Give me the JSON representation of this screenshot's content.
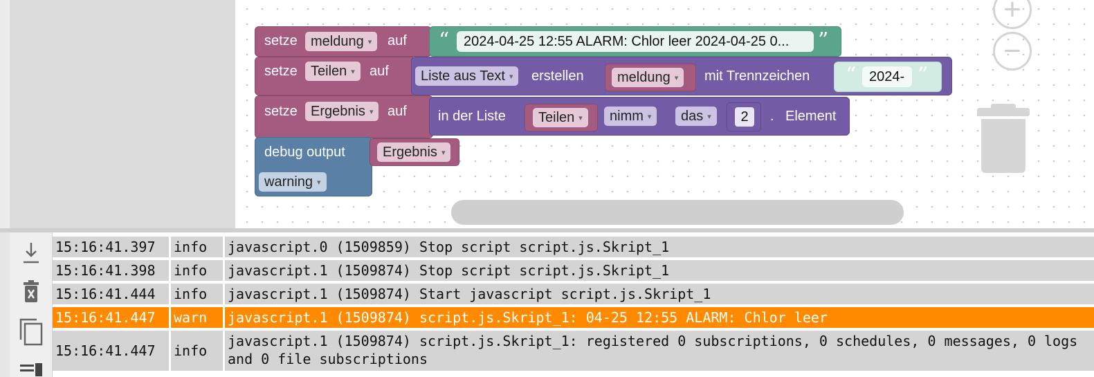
{
  "blocks": {
    "row1": {
      "keyword": "setze",
      "variable": "meldung",
      "to": "auf",
      "text_value": "2024-04-25 12:55 ALARM: Chlor leer 2024-04-25 0..."
    },
    "row2": {
      "keyword": "setze",
      "variable": "Teilen",
      "to": "auf",
      "list_op": "Liste aus Text",
      "create": "erstellen",
      "source_var": "meldung",
      "with_sep": "mit Trennzeichen",
      "separator": "2024-"
    },
    "row3": {
      "keyword": "setze",
      "variable": "Ergebnis",
      "to": "auf",
      "in_list": "in der Liste",
      "list_var": "Teilen",
      "mode": "nimm",
      "where": "das",
      "index": "2",
      "dot": ".",
      "element": "Element"
    },
    "row4": {
      "label": "debug output",
      "variable": "Ergebnis",
      "level": "warning"
    }
  },
  "quote_open": "“",
  "quote_close": "”",
  "dropdown_arrow": "▾",
  "zoom": {
    "in": "+",
    "out": "−"
  },
  "log": {
    "rows": [
      {
        "time": "15:16:41.397",
        "severity": "info",
        "message": "javascript.0 (1509859) Stop script script.js.Skript_1"
      },
      {
        "time": "15:16:41.398",
        "severity": "info",
        "message": "javascript.1 (1509874) Stop script script.js.Skript_1"
      },
      {
        "time": "15:16:41.444",
        "severity": "info",
        "message": "javascript.1 (1509874) Start javascript script.js.Skript_1"
      },
      {
        "time": "15:16:41.447",
        "severity": "warn",
        "message": "javascript.1 (1509874) script.js.Skript_1: 04-25 12:55 ALARM: Chlor leer"
      },
      {
        "time": "15:16:41.447",
        "severity": "info",
        "message": "javascript.1 (1509874) script.js.Skript_1: registered 0 subscriptions, 0 schedules, 0 messages, 0 logs and 0 file subscriptions"
      }
    ]
  },
  "colors": {
    "variables": "#a55b80",
    "text": "#5ba58c",
    "lists": "#745ba5",
    "debug": "#5b80a5",
    "warn_row": "#ff8a00"
  }
}
